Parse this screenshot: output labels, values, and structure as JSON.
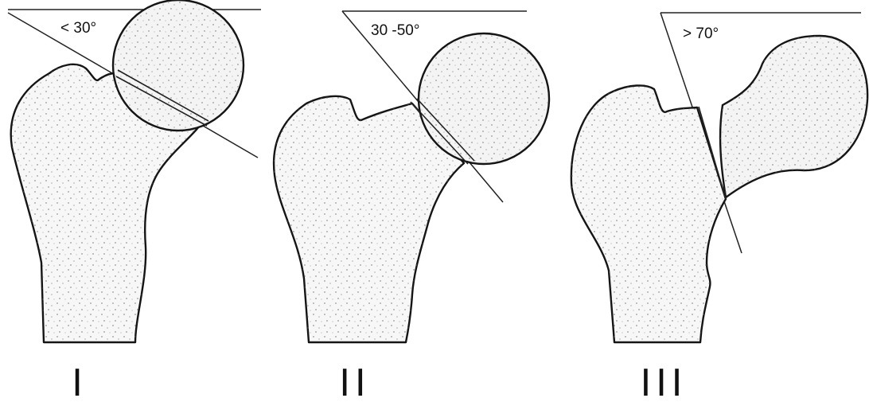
{
  "panels": [
    {
      "angle_label": "< 30°",
      "type_label": "I"
    },
    {
      "angle_label": "30 -50°",
      "type_label": "II"
    },
    {
      "angle_label": "> 70°",
      "type_label": "III"
    }
  ]
}
